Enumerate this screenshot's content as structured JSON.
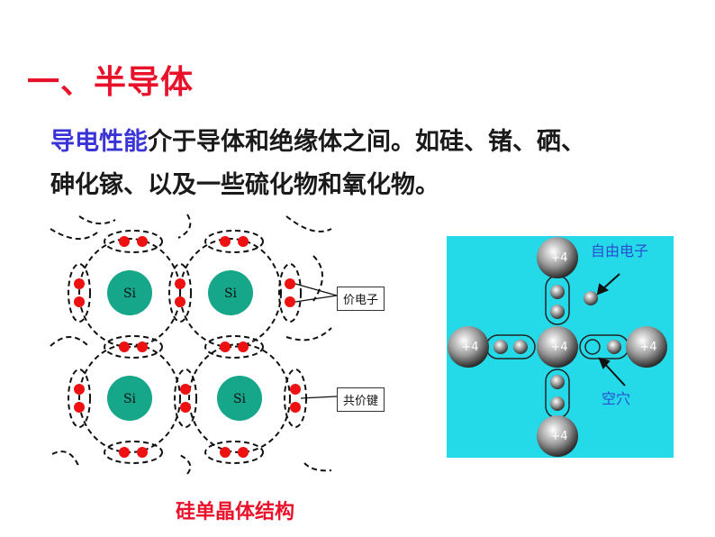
{
  "title": "一、半导体",
  "body": {
    "highlight": "导电性能",
    "rest_line1": "介于导体和绝缘体之间。如硅、锗、硒、",
    "line2": "砷化镓、以及一些硫化物和氧化物。"
  },
  "lattice": {
    "atom_label": "Si",
    "valence_label": "价电子",
    "bond_label": "共价键",
    "caption": "硅单晶体结构",
    "colors": {
      "atom": "#16a68a",
      "electron": "#ee1111"
    }
  },
  "crystal": {
    "core_label": "+4",
    "free_electron_label": "自由电子",
    "hole_label": "空穴",
    "colors": {
      "background": "#24d9e8",
      "label": "#2a4fd0"
    }
  }
}
